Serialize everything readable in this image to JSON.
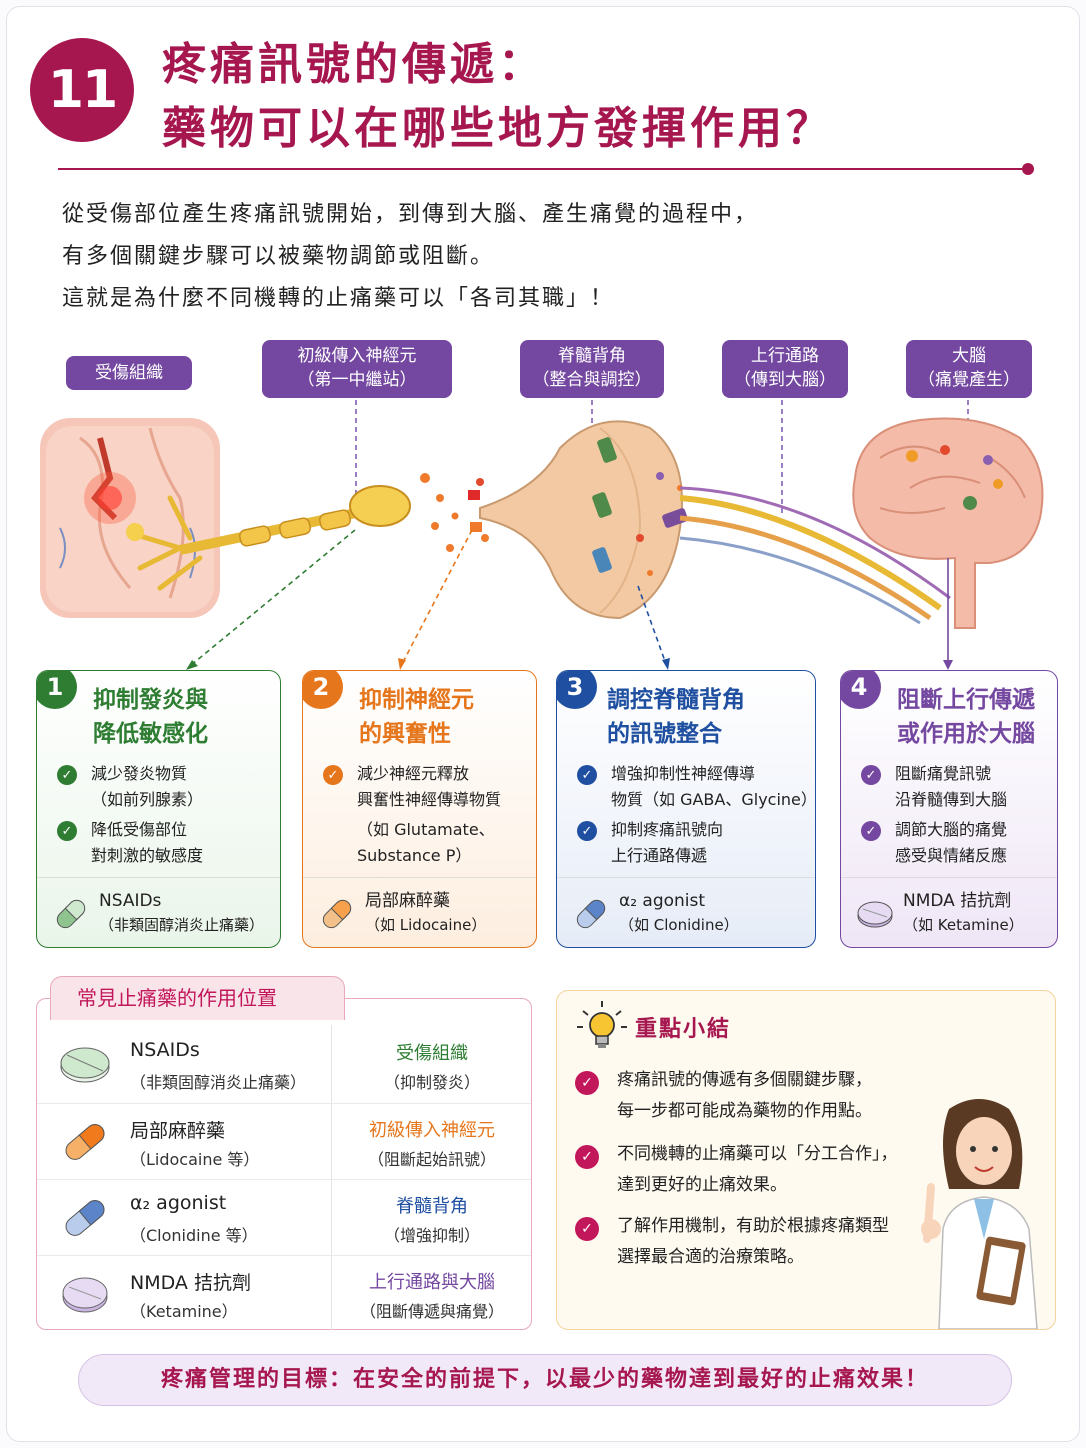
{
  "header": {
    "number": "11",
    "title_line1": "疼痛訊號的傳遞：",
    "title_line2": "藥物可以在哪些地方發揮作用？"
  },
  "intro": [
    "從受傷部位產生疼痛訊號開始，到傳到大腦、產生痛覺的過程中，",
    "有多個關鍵步驟可以被藥物調節或阻斷。",
    "這就是為什麼不同機轉的止痛藥可以「各司其職」！"
  ],
  "tags": {
    "tissue": "受傷組織",
    "afferent_1": "初級傳入神經元",
    "afferent_2": "（第一中繼站）",
    "dorsal_1": "脊髓背角",
    "dorsal_2": "（整合與調控）",
    "ascending_1": "上行通路",
    "ascending_2": "（傳到大腦）",
    "brain_1": "大腦",
    "brain_2": "（痛覺產生）"
  },
  "cards": [
    {
      "num": "1",
      "title1": "抑制發炎與",
      "title2": "降低敏感化",
      "color": "#2e7d32",
      "items": [
        [
          "減少發炎物質",
          "（如前列腺素）"
        ],
        [
          "降低受傷部位",
          "對刺激的敏感度"
        ]
      ],
      "drug": "NSAIDs",
      "drug_sub": "（非類固醇消炎止痛藥）"
    },
    {
      "num": "2",
      "title1": "抑制神經元",
      "title2": "的興奮性",
      "color": "#e6761c",
      "items": [
        [
          "減少神經元釋放",
          "興奮性神經傳導物質"
        ],
        [
          "（如 Glutamate、",
          "Substance P）"
        ]
      ],
      "drug": "局部麻醉藥",
      "drug_sub": "（如 Lidocaine）"
    },
    {
      "num": "3",
      "title1": "調控脊髓背角",
      "title2": "的訊號整合",
      "color": "#1f4fa0",
      "items": [
        [
          "增強抑制性神經傳導",
          "物質（如 GABA、Glycine）"
        ],
        [
          "抑制疼痛訊號向",
          "上行通路傳遞"
        ]
      ],
      "drug": "α₂ agonist",
      "drug_sub": "（如 Clonidine）"
    },
    {
      "num": "4",
      "title1": "阻斷上行傳遞",
      "title2": "或作用於大腦",
      "color": "#7448a0",
      "items": [
        [
          "阻斷痛覺訊號",
          "沿脊髓傳到大腦"
        ],
        [
          "調節大腦的痛覺",
          "感受與情緒反應"
        ]
      ],
      "drug": "NMDA 拮抗劑",
      "drug_sub": "（如 Ketamine）"
    }
  ],
  "table": {
    "title": "常見止痛藥的作用位置",
    "rows": [
      {
        "drug": "NSAIDs",
        "drug_sub": "（非類固醇消炎止痛藥）",
        "loc": "受傷組織",
        "loc_sub": "（抑制發炎）",
        "color": "#2e7d32"
      },
      {
        "drug": "局部麻醉藥",
        "drug_sub": "（Lidocaine 等）",
        "loc": "初級傳入神經元",
        "loc_sub": "（阻斷起始訊號）",
        "color": "#e6761c"
      },
      {
        "drug": "α₂ agonist",
        "drug_sub": "（Clonidine 等）",
        "loc": "脊髓背角",
        "loc_sub": "（增強抑制）",
        "color": "#1f4fa0"
      },
      {
        "drug": "NMDA 拮抗劑",
        "drug_sub": "（Ketamine）",
        "loc": "上行通路與大腦",
        "loc_sub": "（阻斷傳遞與痛覺）",
        "color": "#7448a0"
      }
    ]
  },
  "summary": {
    "title": "重點小結",
    "items": [
      [
        "疼痛訊號的傳遞有多個關鍵步驟，",
        "每一步都可能成為藥物的作用點。"
      ],
      [
        "不同機轉的止痛藥可以「分工合作」，",
        "達到更好的止痛效果。"
      ],
      [
        "了解作用機制，有助於根據疼痛類型",
        "選擇最合適的治療策略。"
      ]
    ]
  },
  "goal": "疼痛管理的目標：在安全的前提下，以最少的藥物達到最好的止痛效果！"
}
